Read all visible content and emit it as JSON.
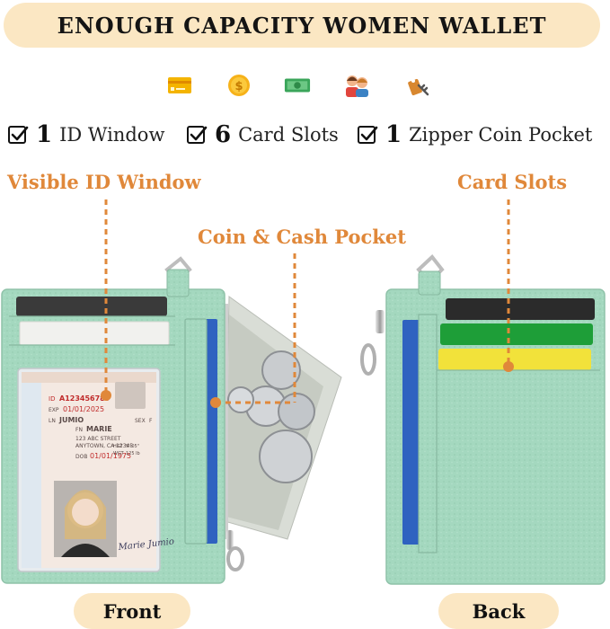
{
  "title": "ENOUGH CAPACITY WOMEN WALLET",
  "icons": [
    "card-icon",
    "coin-icon",
    "cash-icon",
    "people-icon",
    "key-icon"
  ],
  "features": [
    {
      "num": "1",
      "text": "ID Window"
    },
    {
      "num": "6",
      "text": "Card Slots"
    },
    {
      "num": "1",
      "text": "Zipper Coin Pocket"
    }
  ],
  "callouts": {
    "id_window": "Visible ID Window",
    "coin_pocket": "Coin & Cash Pocket",
    "card_slots": "Card Slots"
  },
  "id_card": {
    "id_number": "A123456789",
    "exp": "01/01/2025",
    "ln": "JUMIO",
    "fn": "MARIE",
    "address": "123 ABC STREET",
    "city": "ANYTOWN, CA 12345",
    "dob": "01/01/1975",
    "sex": "F",
    "hgt": "5'-05\"",
    "wgt": "125 lb",
    "signature": "Marie Jumio"
  },
  "labels": {
    "front": "Front",
    "back": "Back"
  },
  "colors": {
    "wallet": "#a4d8bf",
    "accent": "#e0883a",
    "banner": "#fbe7c3",
    "blue_card": "#2f62c0",
    "green_card": "#1e9e38",
    "yellow_card": "#f2e23a",
    "black_card": "#2b2b2b"
  }
}
